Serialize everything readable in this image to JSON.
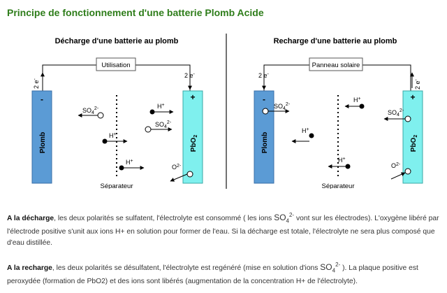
{
  "title": "Principe de fonctionnement d'une batterie Plomb Acide",
  "left": {
    "heading": "Décharge d'une batterie au plomb",
    "load_label": "Utilisation",
    "electrons_left": "2 e",
    "electrons_right": "2 e",
    "electron_charge": "-",
    "neg_sign": "-",
    "pos_sign": "+",
    "neg_plate": "Plomb",
    "pos_plate": "PbO",
    "pos_plate_sub": "2",
    "separator": "Séparateur",
    "ion_h": "H",
    "ion_h_charge": "+",
    "ion_so4": "SO",
    "ion_so4_sub": "4",
    "ion_so4_charge": "2-",
    "ion_o": "O",
    "ion_o_charge": "2-"
  },
  "right": {
    "heading": "Recharge d'une batterie au plomb",
    "load_label": "Panneau solaire",
    "electrons_left": "2 e",
    "electrons_right": "2 e",
    "electron_charge": "-",
    "neg_sign": "-",
    "pos_sign": "+",
    "neg_plate": "Plomb",
    "pos_plate": "PbO",
    "pos_plate_sub": "2",
    "separator": "Séparateur",
    "ion_h": "H",
    "ion_h_charge": "+",
    "ion_so4": "SO",
    "ion_so4_sub": "4",
    "ion_so4_charge": "2-",
    "ion_o": "O",
    "ion_o_charge": "2-"
  },
  "discharge": {
    "lead": "A la décharge",
    "text1": ", les deux polarités se sulfatent, l'électrolyte est consommé ( les ions ",
    "ion": "SO",
    "ion_sub": "4",
    "ion_sup": "2-",
    "text2": " vont sur les électrodes). L'oxygène libéré par l'électrode positive s'unit aux ions H+ en solution pour former de l'eau. Si la décharge est totale, l'électrolyte ne sera plus composé que d'eau distillée."
  },
  "recharge": {
    "lead": "A la recharge",
    "text1": ", les deux polarités se désulfatent, l'électrolyte est regénéré (mise en solution d'ions ",
    "ion": "SO",
    "ion_sub": "4",
    "ion_sup": "2-",
    "text2": " ). La plaque positive est peroxydée (formation de PbO2) et des ions sont libérés (augmentation de la concentration H+ de l'électrolyte)."
  },
  "colors": {
    "title": "#2e7d1a",
    "neg_plate": "#5b9bd5",
    "pos_plate": "#7ff0ee",
    "divider": "#444444"
  }
}
